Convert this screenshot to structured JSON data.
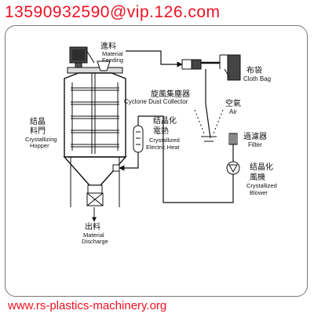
{
  "header": {
    "contact": "13590932590@vip.126.com"
  },
  "footer": {
    "website": "www.rs-plastics-machinery.org"
  },
  "labels": {
    "feeding_zh": "進料",
    "feeding_en1": "Material",
    "feeding_en2": "Feeding",
    "hopper_zh1": "结晶",
    "hopper_zh2": "料門",
    "hopper_en1": "Crystallizing",
    "hopper_en2": "Hopper",
    "cyclone_zh": "旋風集塵器",
    "cyclone_en": "Cyclone Dust Collector",
    "clothbag_zh": "布袋",
    "clothbag_en": "Cloth Bag",
    "air_zh": "空氣",
    "air_en": "Air",
    "filter_zh": "過濾器",
    "filter_en": "Filter",
    "heater_zh1": "结晶化",
    "heater_zh2": "電熱",
    "heater_en1": "Crystallized",
    "heater_en2": "Electric Heat",
    "blower_zh1": "结晶化",
    "blower_zh2": "風機",
    "blower_en1": "Crystallized",
    "blower_en2": "Blower",
    "discharge_zh": "出料",
    "discharge_en1": "Material",
    "discharge_en2": "Discharge"
  }
}
